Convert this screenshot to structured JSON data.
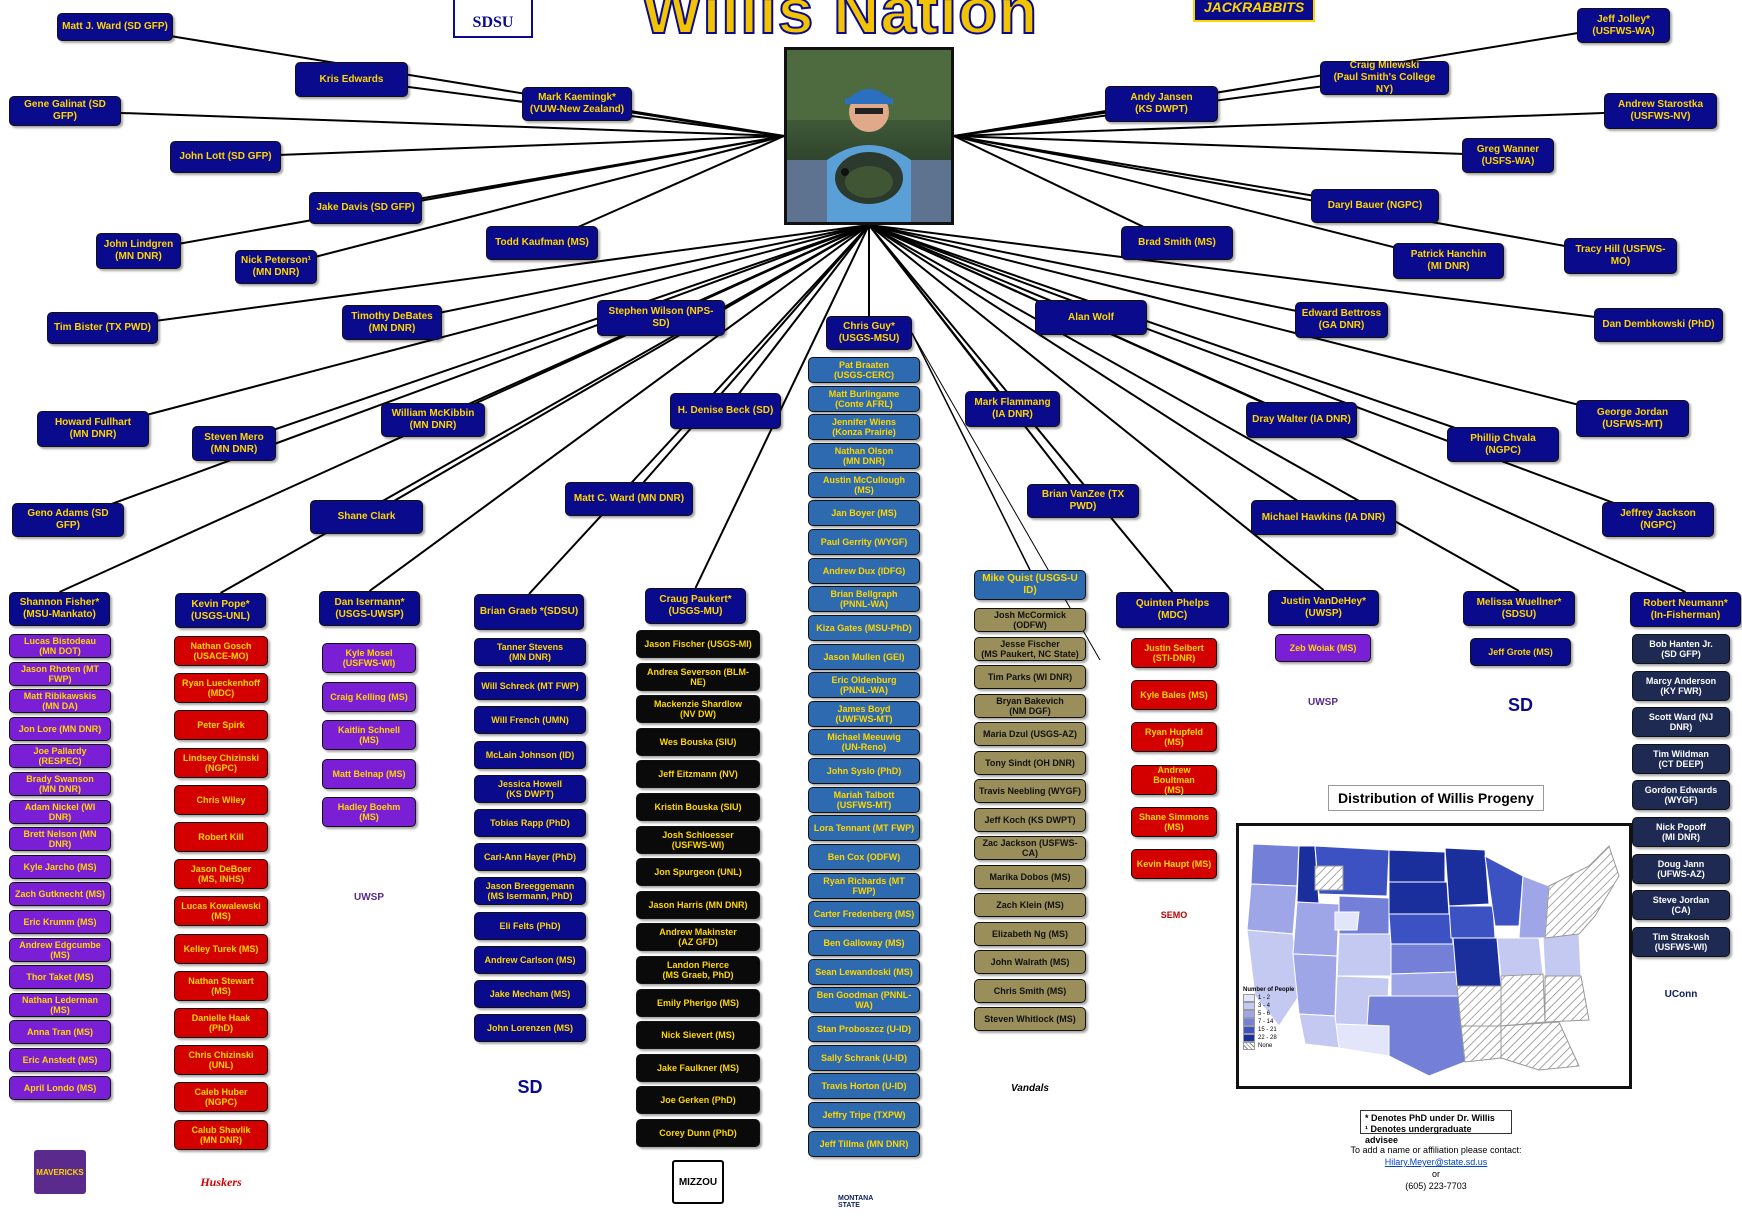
{
  "title": "Willis Nation",
  "logos": {
    "sdsu": "SDSU",
    "jackrabbits": "JACKRABBITS"
  },
  "photo_icon": "person-holding-fish-photo",
  "colors": {
    "navy": "#0a0a8c",
    "gold": "#ffd700",
    "purple": "#7a1fd6",
    "red": "#d40000",
    "black": "#0a0a0a",
    "steel": "#2e6ab0",
    "olive": "#9a8f5a",
    "slate": "#1e2a52"
  },
  "direct": {
    "matt_ward_sd": "Matt J. Ward (SD GFP)",
    "kris_edwards": "Kris Edwards",
    "mark_kaemingk": "Mark Kaemingk*\n(VUW-New Zealand)",
    "gene_galinat": "Gene Galinat (SD GFP)",
    "john_lott": "John Lott (SD GFP)",
    "jake_davis": "Jake Davis (SD GFP)",
    "john_lindgren": "John Lindgren\n(MN DNR)",
    "nick_peterson": "Nick Peterson¹\n(MN DNR)",
    "todd_kaufman": "Todd Kaufman (MS)",
    "tim_bister": "Tim Bister (TX PWD)",
    "timothy_debates": "Timothy DeBates\n(MN DNR)",
    "stephen_wilson": "Stephen Wilson (NPS-SD)",
    "howard_fullhart": "Howard Fullhart\n(MN DNR)",
    "steven_mero": "Steven Mero\n(MN DNR)",
    "william_mckibbin": "William McKibbin\n(MN DNR)",
    "h_denise_beck": "H. Denise Beck (SD)",
    "geno_adams": "Geno Adams (SD GFP)",
    "shane_clark": "Shane Clark",
    "matt_c_ward": "Matt C. Ward (MN DNR)",
    "chris_guy": "Chris Guy*\n(USGS-MSU)",
    "alan_wolf": "Alan Wolf",
    "mark_flammang": "Mark Flammang\n(IA DNR)",
    "brian_vanzee": "Brian VanZee (TX PWD)",
    "jeff_jolley": "Jeff Jolley*\n(USFWS-WA)",
    "craig_milewski": "Craig Milewski\n(Paul Smith's College NY)",
    "andy_jansen": "Andy Jansen\n(KS DWPT)",
    "andrew_starostka": "Andrew Starostka\n(USFWS-NV)",
    "greg_wanner": "Greg Wanner\n(USFS-WA)",
    "daryl_bauer": "Daryl Bauer (NGPC)",
    "brad_smith": "Brad Smith (MS)",
    "patrick_hanchin": "Patrick Hanchin\n(MI DNR)",
    "tracy_hill": "Tracy Hill (USFWS-MO)",
    "edward_bettross": "Edward Bettross\n(GA DNR)",
    "dan_dembkowski": "Dan Dembkowski (PhD)",
    "dray_walter": "Dray Walter (IA DNR)",
    "george_jordan": "George Jordan\n(USFWS-MT)",
    "phillip_chvala": "Phillip Chvala (NGPC)",
    "michael_hawkins": "Michael Hawkins (IA DNR)",
    "jeffrey_jackson": "Jeffrey Jackson (NGPC)"
  },
  "columns": {
    "fisher": {
      "head": "Shannon Fisher*\n(MSU-Mankato)",
      "items": [
        "Lucas Bistodeau\n(MN DOT)",
        "Jason Rhoten (MT FWP)",
        "Matt Ribikawskis\n(MN DA)",
        "Jon Lore (MN DNR)",
        "Joe Pallardy (RESPEC)",
        "Brady Swanson\n(MN DNR)",
        "Adam Nickel (WI DNR)",
        "Brett Nelson (MN DNR)",
        "Kyle Jarcho (MS)",
        "Zach Gutknecht (MS)",
        "Eric Krumm (MS)",
        "Andrew Edgcumbe (MS)",
        "Thor Taket (MS)",
        "Nathan Lederman (MS)",
        "Anna Tran (MS)",
        "Eric Anstedt (MS)",
        "April Londo (MS)"
      ],
      "logo": "MAVERICKS"
    },
    "pope": {
      "head": "Kevin Pope*\n(USGS-UNL)",
      "items": [
        "Nathan Gosch\n(USACE-MO)",
        "Ryan Lueckenhoff\n(MDC)",
        "Peter Spirk",
        "Lindsey Chizinski\n(NGPC)",
        "Chris Wiley",
        "Robert Kill",
        "Jason DeBoer\n(MS, INHS)",
        "Lucas Kowalewski\n(MS)",
        "Kelley Turek (MS)",
        "Nathan Stewart\n(MS)",
        "Danielle Haak (PhD)",
        "Chris Chizinski\n(UNL)",
        "Caleb Huber\n(NGPC)",
        "Calub Shavlik\n(MN DNR)"
      ],
      "logo": "Huskers"
    },
    "isermann": {
      "head": "Dan Isermann*\n(USGS-UWSP)",
      "items": [
        "Kyle Mosel\n(USFWS-WI)",
        "Craig Kelling (MS)",
        "Kaitlin Schnell\n(MS)",
        "Matt Belnap (MS)",
        "Hadley Boehm\n(MS)"
      ],
      "logo": "UWSP"
    },
    "graeb": {
      "head": "Brian Graeb *(SDSU)",
      "items": [
        "Tanner Stevens\n(MN DNR)",
        "Will Schreck (MT FWP)",
        "Will French (UMN)",
        "McLain Johnson (ID)",
        "Jessica Howell\n(KS DWPT)",
        "Tobias Rapp (PhD)",
        "Cari-Ann Hayer (PhD)",
        "Jason Breeggemann\n(MS Isermann, PhD)",
        "Eli Felts (PhD)",
        "Andrew Carlson (MS)",
        "Jake Mecham (MS)",
        "John Lorenzen (MS)"
      ],
      "logo": "SD"
    },
    "paukert": {
      "head": "Craug Paukert*\n(USGS-MU)",
      "items": [
        "Jason Fischer (USGS-MI)",
        "Andrea Severson (BLM-NE)",
        "Mackenzie Shardlow\n(NV DW)",
        "Wes Bouska (SIU)",
        "Jeff Eitzmann (NV)",
        "Kristin Bouska (SIU)",
        "Josh Schloesser\n(USFWS-WI)",
        "Jon Spurgeon (UNL)",
        "Jason Harris (MN DNR)",
        "Andrew Makinster\n(AZ GFD)",
        "Landon Pierce\n(MS Graeb, PhD)",
        "Emily Pherigo (MS)",
        "Nick Sievert (MS)",
        "Jake Faulkner (MS)",
        "Joe Gerken (PhD)",
        "Corey Dunn (PhD)"
      ],
      "logo": "MIZZOU"
    },
    "guy": {
      "items": [
        "Pat Braaten\n(USGS-CERC)",
        "Matt Burlingame\n(Conte AFRL)",
        "Jennifer Wiens\n(Konza Prairie)",
        "Nathan Olson\n(MN DNR)",
        "Austin McCullough (MS)",
        "Jan Boyer (MS)",
        "Paul Gerrity (WYGF)",
        "Andrew Dux (IDFG)",
        "Brian Bellgraph\n(PNNL-WA)",
        "Kiza Gates (MSU-PhD)",
        "Jason Mullen (GEI)",
        "Eric Oldenburg\n(PNNL-WA)",
        "James Boyd\n(UWFWS-MT)",
        "Michael Meeuwig\n(UN-Reno)",
        "John Syslo (PhD)",
        "Mariah Talbott\n(USFWS-MT)",
        "Lora Tennant (MT FWP)",
        "Ben Cox (ODFW)",
        "Ryan Richards (MT FWP)",
        "Carter Fredenberg (MS)",
        "Ben Galloway (MS)",
        "Sean Lewandoski (MS)",
        "Ben Goodman (PNNL-WA)",
        "Stan Proboszcz (U-ID)",
        "Sally Schrank (U-ID)",
        "Travis Horton (U-ID)",
        "Jeffry Tripe (TXPW)",
        "Jeff Tillma (MN DNR)"
      ],
      "logo": "MONTANA STATE"
    },
    "quist": {
      "head": "Mike Quist (USGS-U ID)",
      "items": [
        "Josh McCormick (ODFW)",
        "Jesse Fischer\n(MS Paukert, NC State)",
        "Tim Parks (WI DNR)",
        "Bryan Bakevich\n(NM DGF)",
        "Maria Dzul (USGS-AZ)",
        "Tony Sindt (OH DNR)",
        "Travis Neebling (WYGF)",
        "Jeff Koch (KS DWPT)",
        "Zac Jackson (USFWS-CA)",
        "Marika Dobos (MS)",
        "Zach Klein (MS)",
        "Elizabeth Ng (MS)",
        "John Walrath (MS)",
        "Chris Smith (MS)",
        "Steven Whitlock (MS)"
      ],
      "logo": "Vandals"
    },
    "phelps": {
      "head": "Quinten Phelps (MDC)",
      "items": [
        "Justin Seibert\n(STI-DNR)",
        "Kyle Bales (MS)",
        "Ryan Hupfeld (MS)",
        "Andrew Boultman\n(MS)",
        "Shane Simmons\n(MS)",
        "Kevin Haupt (MS)"
      ],
      "logo": "SEMO"
    },
    "vandehey": {
      "head": "Justin VanDeHey*\n(UWSP)",
      "items": [
        "Zeb Woiak (MS)"
      ],
      "logo": "UWSP"
    },
    "wuellner": {
      "head": "Melissa Wuellner*\n(SDSU)",
      "items": [
        "Jeff Grote (MS)"
      ],
      "logo": "SD"
    },
    "neumann": {
      "head": "Robert Neumann*\n(In-Fisherman)",
      "items": [
        "Bob Hanten Jr.\n(SD GFP)",
        "Marcy Anderson\n(KY FWR)",
        "Scott Ward (NJ DNR)",
        "Tim Wildman\n(CT DEEP)",
        "Gordon Edwards\n(WYGF)",
        "Nick Popoff\n(MI DNR)",
        "Doug Jann\n(UFWS-AZ)",
        "Steve Jordan\n(CA)",
        "Tim Strakosh\n(USFWS-WI)"
      ],
      "logo": "UConn"
    }
  },
  "map": {
    "title": "Distribution of Willis Progeny",
    "legend_title": "Number of People",
    "legend": [
      {
        "label": "1 - 2",
        "color": "#e3e6fa"
      },
      {
        "label": "3 - 4",
        "color": "#c4c9f2"
      },
      {
        "label": "5 - 6",
        "color": "#9ea6e8"
      },
      {
        "label": "7 - 14",
        "color": "#7480d8"
      },
      {
        "label": "15 - 21",
        "color": "#3c52c2"
      },
      {
        "label": "22 - 28",
        "color": "#1a2f9c"
      },
      {
        "label": "None",
        "color": "hatch"
      }
    ]
  },
  "notes": {
    "line1": "* Denotes PhD under Dr. Willis",
    "line2": "¹ Denotes undergraduate advisee"
  },
  "contact": {
    "line1": "To add a name or affiliation please contact:",
    "email": "Hilary.Meyer@state.sd.us",
    "or": "or",
    "phone": "(605) 223-7703"
  }
}
